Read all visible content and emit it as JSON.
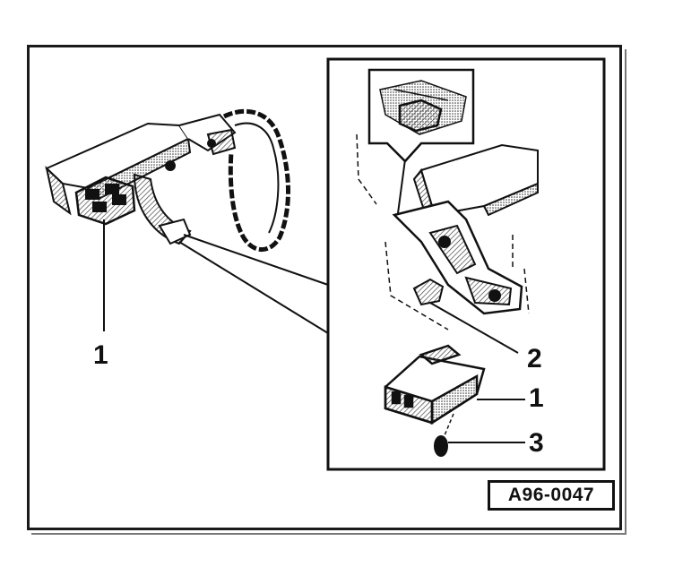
{
  "figure": {
    "reference_code": "A96-0047",
    "callouts": {
      "overview_part_1": "1",
      "detail_part_2": "2",
      "detail_part_1": "1",
      "detail_part_3": "3"
    }
  },
  "colors": {
    "ink": "#111111",
    "paper": "#ffffff",
    "hatch": "#555555"
  }
}
